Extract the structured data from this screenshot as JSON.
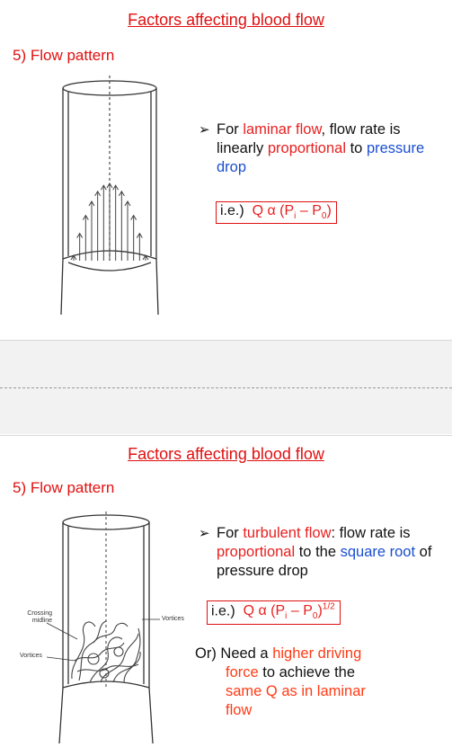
{
  "slide1": {
    "title": "Factors affecting blood flow",
    "heading": "5)  Flow pattern",
    "bullet": {
      "part1": "For ",
      "laminar": "laminar flow",
      "part2": ", flow rate is linearly ",
      "proportional": "proportional",
      "part3": " to ",
      "pressure_drop": "pressure drop"
    },
    "equation": {
      "prefix": "i.e.)",
      "q": "Q α (P",
      "sub_i": "i",
      "minus": " – P",
      "sub_0": "0",
      "close": ")"
    }
  },
  "slide2": {
    "title": "Factors affecting blood flow",
    "heading": "5)  Flow pattern",
    "bullet": {
      "part1": "For ",
      "turbulent": "turbulent flow",
      "part2": ": flow rate is ",
      "proportional": "proportional",
      "part3": " to the ",
      "square_root": "square root",
      "part4": " of pressure drop"
    },
    "equation": {
      "prefix": "i.e.)",
      "q": "Q α (P",
      "sub_i": "i",
      "minus": " – P",
      "sub_0": "0",
      "close": ")",
      "exponent": "1/2"
    },
    "or_line": {
      "prefix": "Or)  Need a ",
      "higher_driving": "higher driving",
      "force": "force",
      "mid": " to achieve the",
      "same_q": "same Q as in laminar",
      "flow": "flow"
    },
    "diagram_labels": {
      "crossing": "Crossing",
      "midline": "midline",
      "vortices_left": "Vortices",
      "vortices_right": "Vortices"
    }
  },
  "colors": {
    "title_red": "#e01010",
    "accent_red": "#e82020",
    "accent_blue": "#1a4fd0",
    "accent_orange": "#ff3b16"
  }
}
